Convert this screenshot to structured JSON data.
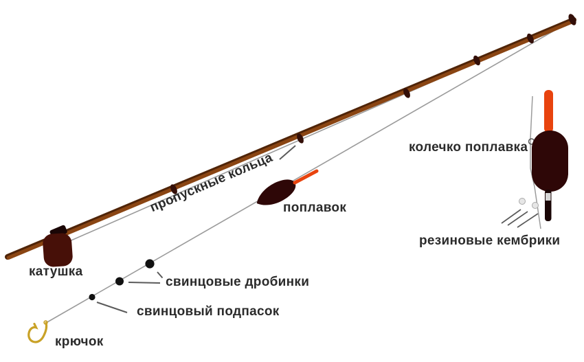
{
  "labels": {
    "guides": "пропускные кольца",
    "float": "поплавок",
    "float_ring": "колечко поплавка",
    "rubber_tubes": "резиновые кембрики",
    "reel": "катушка",
    "lead_shots": "свинцовые дробинки",
    "lead_dropper": "свинцовый подпасок",
    "hook": "крючок"
  },
  "colors": {
    "background": "#ffffff",
    "text": "#2b2b2b",
    "rod-dark": "#4f2408",
    "rod-main": "#8a4513",
    "guide": "#330f08",
    "line": "#9b9b9b",
    "pointer": "#5a5a5a",
    "float-body": "#2e0707",
    "antenna": "#e8430e",
    "reel": "#471008",
    "shot": "#111111",
    "hook": "#c9a227",
    "bead": "#e6e6e6",
    "tube-band": "#d6d6d6",
    "stem": "#1a0606"
  }
}
